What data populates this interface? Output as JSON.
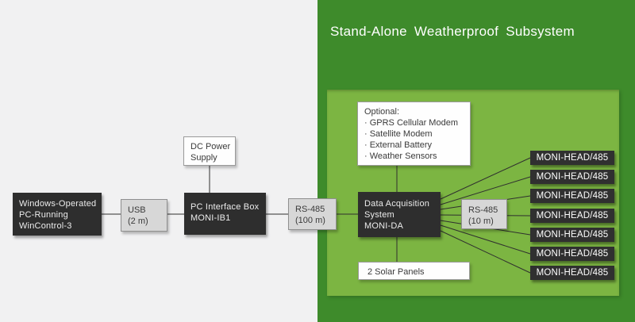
{
  "colors": {
    "background_left": "#f1f1f2",
    "background_green": "#3e8b2b",
    "panel_green": "#7cb542",
    "dark_box": "#2e2e2e",
    "gray_box": "#d7d7d7",
    "white_box": "#fefefe",
    "wire": "#2f2f2f",
    "title_text": "#ffffff"
  },
  "title": "Stand-Alone Weatherproof Subsystem",
  "nodes": {
    "windows_pc": {
      "lines": [
        "Windows-Operated",
        "PC-Running",
        "WinControl-3"
      ]
    },
    "usb": {
      "lines": [
        "USB",
        "(2 m)"
      ]
    },
    "pc_interface_box": {
      "lines": [
        "PC Interface Box",
        "MONI-IB1"
      ]
    },
    "dc_power_supply": {
      "lines": [
        "DC Power",
        "Supply"
      ]
    },
    "rs485_100m": {
      "lines": [
        "RS-485",
        "(100 m)"
      ]
    },
    "data_acquisition": {
      "lines": [
        "Data Acquisition",
        "System",
        "MONI-DA"
      ]
    },
    "optional": {
      "lines": [
        "Optional:",
        "· GPRS Cellular Modem",
        "· Satellite Modem",
        "· External Battery",
        "· Weather Sensors"
      ]
    },
    "solar_panels": {
      "label": "2 Solar Panels"
    },
    "rs485_10m": {
      "lines": [
        "RS-485",
        "(10 m)"
      ]
    },
    "moni_heads": [
      "MONI-HEAD/485",
      "MONI-HEAD/485",
      "MONI-HEAD/485",
      "MONI-HEAD/485",
      "MONI-HEAD/485",
      "MONI-HEAD/485",
      "MONI-HEAD/485"
    ]
  }
}
